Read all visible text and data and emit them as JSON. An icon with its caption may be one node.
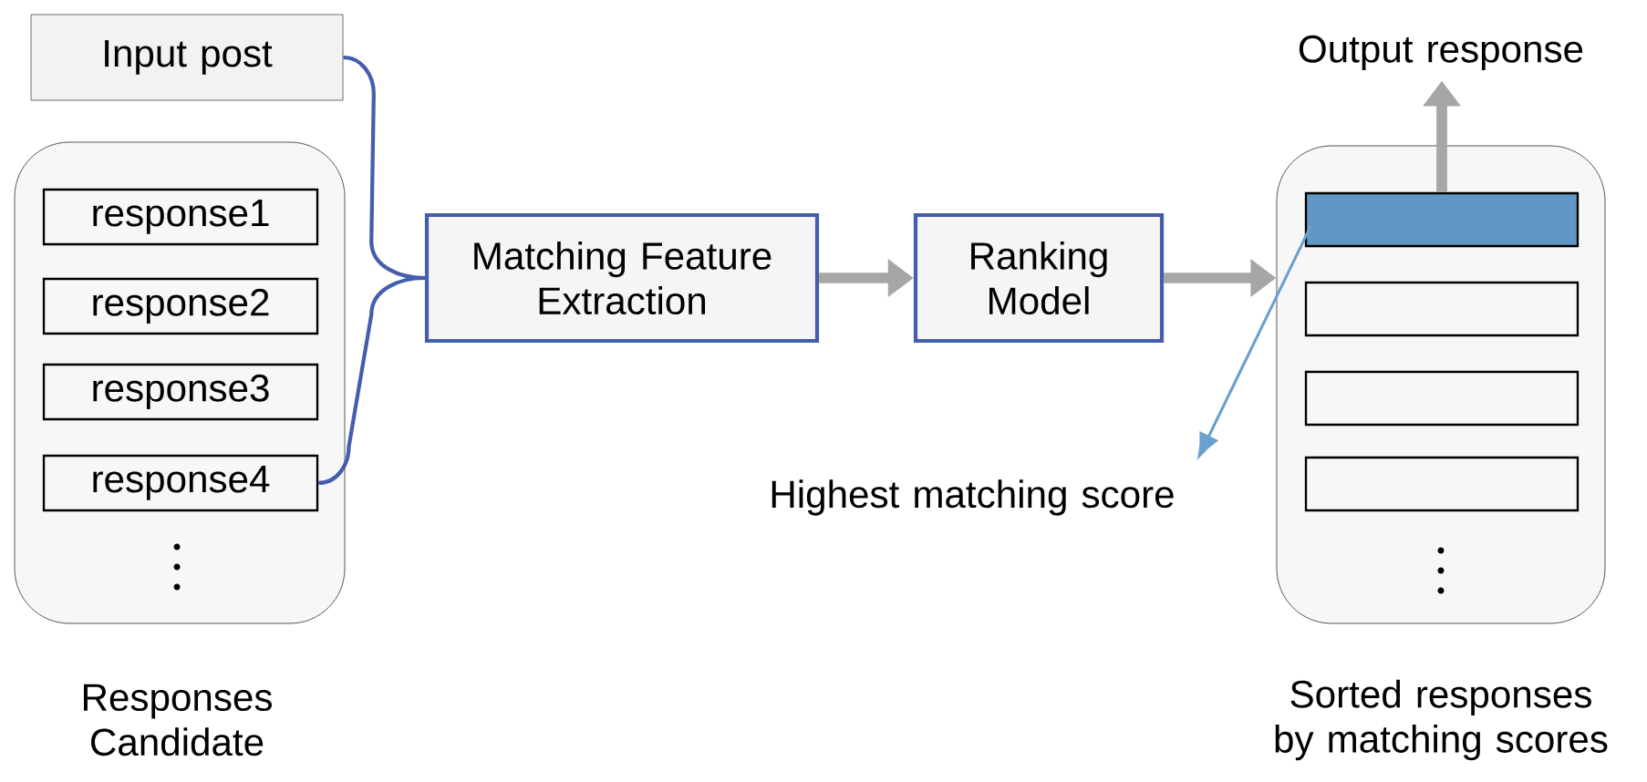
{
  "diagram": {
    "nodes": [
      {
        "text": [
          "Input post"
        ]
      },
      {
        "text": [],
        "shape": "box",
        "beside": [
          "Responses Candidate"
        ]
      },
      {
        "text": [
          "response1"
        ],
        "in": 1
      },
      {
        "text": [
          "response2"
        ],
        "in": 1
      },
      {
        "text": [
          "response3"
        ],
        "in": 1
      },
      {
        "text": [
          "response4"
        ],
        "in": 1
      },
      {
        "text": [
          "Matching Feature Extraction"
        ]
      },
      {
        "text": [
          "Ranking Model"
        ]
      },
      {
        "text": [],
        "shape": "box",
        "beside": [
          "Sorted responses by matching scores"
        ]
      },
      {
        "text": [],
        "shape": "bar",
        "in": 8
      },
      {
        "text": [],
        "shape": "bar",
        "in": 8
      },
      {
        "text": [],
        "shape": "bar",
        "in": 8
      },
      {
        "text": [],
        "shape": "bar",
        "in": 8
      },
      {
        "text": [
          "Output response"
        ]
      },
      {
        "text": [
          "Highest matching score"
        ]
      }
    ],
    "edges": [
      {
        "from": 0,
        "to": 6,
        "arrow": "none",
        "color": "#445dad"
      },
      {
        "from": 5,
        "to": 6,
        "arrow": "none",
        "color": "#445dad"
      },
      {
        "from": 6,
        "to": 7,
        "arrow": "to",
        "style": "thick"
      },
      {
        "from": 7,
        "to": 8,
        "arrow": "to",
        "style": "thick"
      },
      {
        "from": 9,
        "to": 13,
        "arrow": "to",
        "style": "thick"
      },
      {
        "from": 9,
        "to": 14,
        "arrow": "to",
        "color": "#6a9fcf"
      }
    ]
  }
}
